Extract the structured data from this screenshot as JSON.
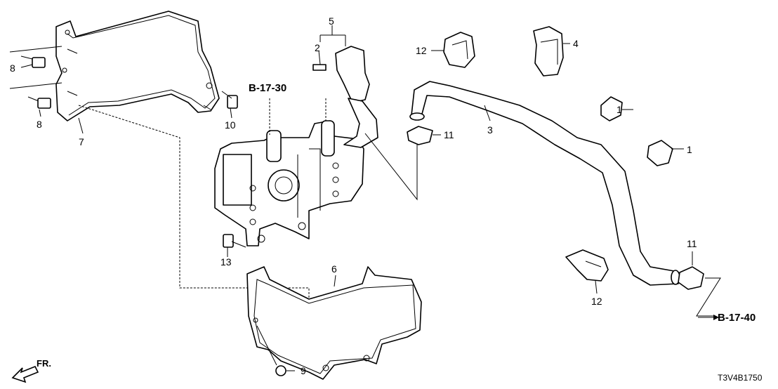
{
  "diagram": {
    "references": {
      "b17_30": "B-17-30",
      "b17_40": "B-17-40"
    },
    "front_label": "FR.",
    "diagram_code": "T3V4B1750",
    "callouts": {
      "c1a": "1",
      "c1b": "1",
      "c2": "2",
      "c3": "3",
      "c4": "4",
      "c5": "5",
      "c6": "6",
      "c7": "7",
      "c8a": "8",
      "c8b": "8",
      "c9": "9",
      "c10": "10",
      "c11a": "11",
      "c11b": "11",
      "c12a": "12",
      "c12b": "12",
      "c13": "13"
    }
  }
}
